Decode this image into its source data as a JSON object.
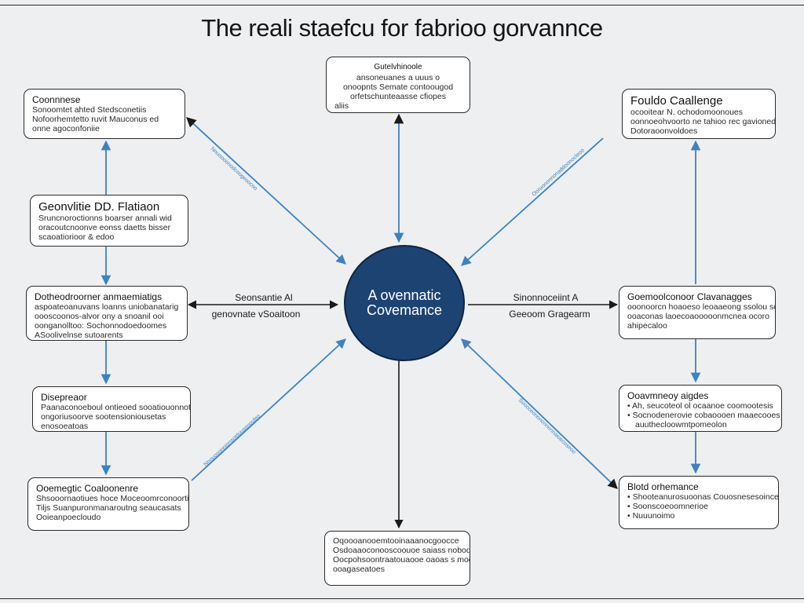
{
  "title": "The reali staefcu for fabrioo gorvannce",
  "center": {
    "line1": "A ovennatic",
    "line2": "Covemance"
  },
  "boxes": {
    "top": {
      "title": "Gutelvhinoole",
      "lines": [
        "ansoneuanes a uuus o",
        "onoopnts Semate contoougod",
        "orfetschunteaasse cfiopes",
        "aliis"
      ]
    },
    "left1": {
      "title": "Coonnnese",
      "lines": [
        "Sonoomtet ahted Stedsconetiis",
        "Nofoorhemtetto ruvit Mauconus ed",
        "onne agoconfoniie"
      ]
    },
    "left2": {
      "title": "Geonvlitie DD. Flatiaon",
      "lines": [
        "Sruncnoroctionns boarser annali wid",
        "oracoutcnoonve eonss daetts bisser",
        "scaoatiorioor & edoo"
      ]
    },
    "left3": {
      "title": "Dotheodroorner anmaemiatigs",
      "lines": [
        "aspoateoanuvans loanns uniobanatarig",
        "oooscoonos-alvor ony a snoanil ooi",
        "oonganolltoo: Sochonnodoedoomes",
        "ASoolivelnse sutoarents"
      ]
    },
    "left4": {
      "title": "Disepreaor",
      "lines": [
        "Paanaconoeboul ontieoed sooatiouonnotte",
        "ongoriusoorve sootensioniousetas",
        "enosoeatoas"
      ]
    },
    "left5": {
      "title": "Ooemegtic Coaloonenre",
      "lines": [
        "Shsooornaotiues hoce Moceoomrconoorties",
        "Tiljs Suanpuronmanaroutng seaucasats",
        "Ooieanpoecloudo"
      ]
    },
    "right1": {
      "title": "Fouldo Caallenge",
      "lines": [
        "ocooitear N. ochodomoonoues",
        "oonnoeohvoorto ne tahioo rec gavionedce",
        "Dotoraoonvoldoes"
      ]
    },
    "right2": {
      "title": "Goemoolconoor Clavanagges",
      "lines": [
        "ooonoorcn hoaoeso leoaaeong ssolou sc ooo",
        "ooaconas laoecoaooooonmcnea ocoro",
        "ahipecaloo"
      ]
    },
    "right3": {
      "title": "Ooavmneoy aigdes",
      "lines": [
        "Ah, seucoteol ol ocaanoe coomootesis",
        "Socnodenerovie cobaoooen maaecooes",
        "auuthecloowmtpomeolon"
      ],
      "bullets": [
        true,
        true,
        false
      ]
    },
    "right4": {
      "title": "Blotd orhemance",
      "lines": [
        "Shooteanurosuoonas Couosnesesoinces",
        "Soonscoeoomnerioe",
        "Nuuunoimo"
      ],
      "bullets": [
        true,
        true,
        true
      ]
    },
    "bottom": {
      "title": "",
      "lines": [
        "Oqoooanooemtooinaaanocgoocce",
        "Osdoaaoconooscoouoe saiass nobod",
        "Oocpohsoontraatouaooe oaoas s mooo",
        "ooagaseatoes"
      ]
    }
  },
  "edge_labels": {
    "left_line1": "Seonsantie Al",
    "left_line2": "genovnate vSoaitoon",
    "right_line1": "Sinonnoceiint A",
    "right_line2": "Geeoom Gragearm",
    "diag_ul": "Nnuoooonodcoogesocoo",
    "diag_ur": "Ooruononnonaddoonocleoo",
    "diag_ll": "Nnouooonnionsoiduuasoouleo",
    "diag_lr": "Soooceonononnonnaioecoseoo"
  },
  "colors": {
    "center_fill": "#1d4373",
    "arrow_blue": "#3c82c4",
    "arrow_dark": "#1a1a1a",
    "box_border": "#2b2b2b",
    "background": "#eeeff1"
  }
}
